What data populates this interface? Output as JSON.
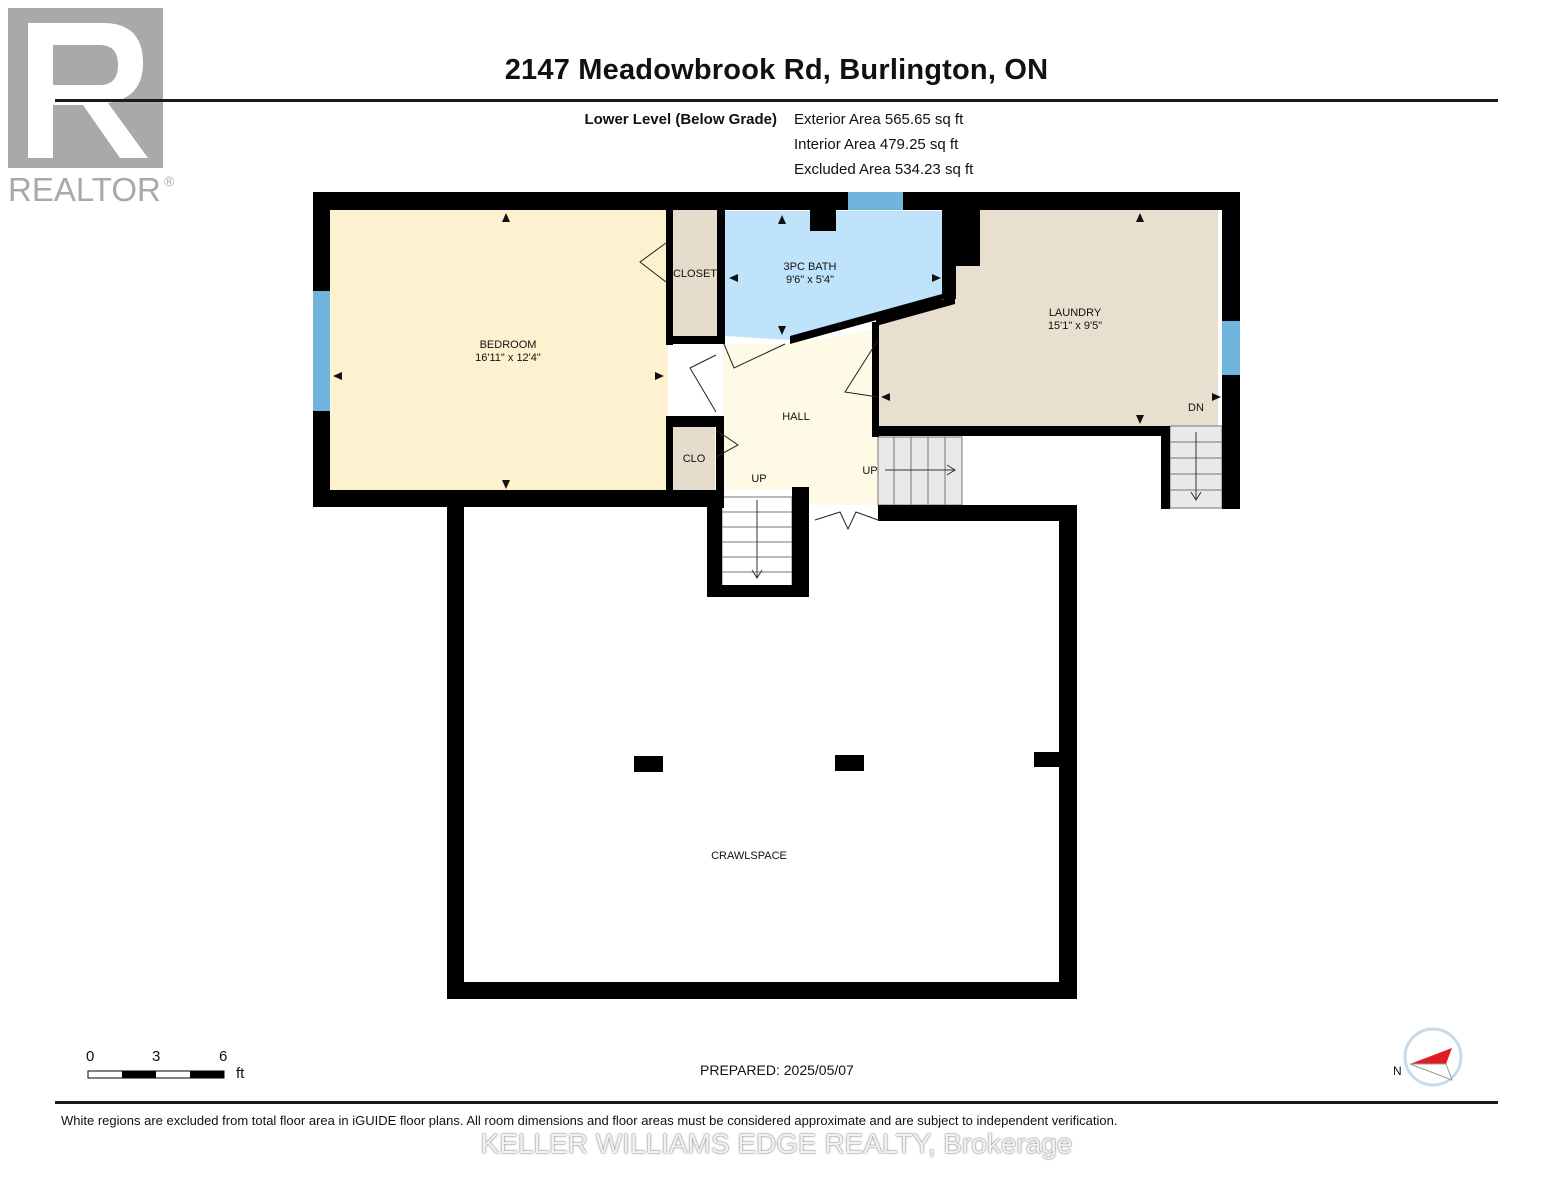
{
  "header": {
    "title": "2147 Meadowbrook Rd, Burlington, ON",
    "level_name": "Lower Level (Below Grade)",
    "exterior_area": "Exterior Area 565.65 sq ft",
    "interior_area": "Interior Area 479.25 sq ft",
    "excluded_area": "Excluded Area 534.23 sq ft"
  },
  "logo": {
    "text": "REALTOR",
    "mark": "®"
  },
  "rooms": {
    "bedroom": {
      "name": "BEDROOM",
      "dims": "16'11\" x 12'4\""
    },
    "closet": {
      "name": "CLOSET"
    },
    "bath": {
      "name": "3PC BATH",
      "dims": "9'6\" x 5'4\""
    },
    "laundry": {
      "name": "LAUNDRY",
      "dims": "15'1\" x 9'5\""
    },
    "hall": {
      "name": "HALL"
    },
    "clo": {
      "name": "CLO"
    },
    "crawlspace": {
      "name": "CRAWLSPACE"
    }
  },
  "stairs": {
    "up_left": "UP",
    "up_right": "UP",
    "down": "DN"
  },
  "scale": {
    "zero": "0",
    "three": "3",
    "six": "6",
    "unit": "ft"
  },
  "compass": {
    "north": "N"
  },
  "footer": {
    "prepared": "PREPARED: 2025/05/07",
    "disclaimer": "White regions are excluded from total floor area in iGUIDE floor plans. All room dimensions and floor areas must be considered approximate and are subject to independent verification.",
    "brokerage": "KELLER WILLIAMS EDGE REALTY, Brokerage"
  },
  "colors": {
    "bedroom_fill": "#fdf1cf",
    "bath_fill": "#bfe3fb",
    "laundry_fill": "#e8dfcf",
    "hall_fill": "#fefae6",
    "closet_fill": "#e6dccb",
    "wall": "#000000",
    "window": "#6fb4dd",
    "compass_accent": "#e11b22"
  }
}
